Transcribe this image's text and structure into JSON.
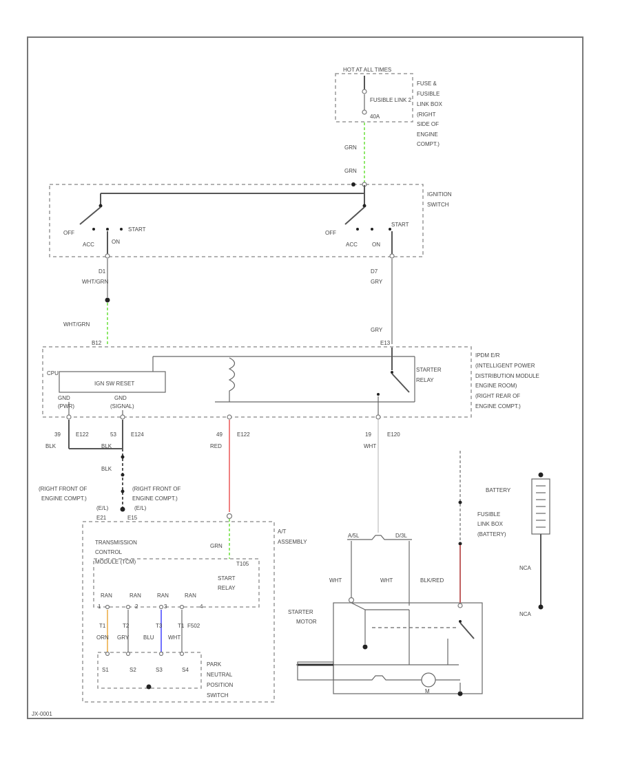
{
  "fuse_box": {
    "hot_label": "HOT AT ALL TIMES",
    "fuse_label": "FUSIBLE LINK 2",
    "fuse_rating": "40A",
    "location": [
      "FUSE &",
      "FUSIBLE",
      "LINK BOX",
      "(RIGHT",
      "SIDE OF",
      "ENGINE",
      "COMPT.)"
    ]
  },
  "ignition_switch": {
    "label": [
      "IGNITION",
      "SWITCH"
    ],
    "positions": {
      "off": "OFF",
      "acc": "ACC",
      "on": "ON",
      "start": "START"
    }
  },
  "wires": {
    "grn_top_1": "GRN",
    "grn_top_2": "GRN",
    "pin_d1": "D1",
    "wht_grn_1": "WHT/GRN",
    "wht_grn_2": "WHT/GRN",
    "pin_d7": "D7",
    "gry_1": "GRY",
    "gry_2": "GRY",
    "pin_39": "39",
    "conn_e122": "E122",
    "blk_1": "BLK",
    "pin_53": "53",
    "conn_e124": "E124",
    "blk_2": "BLK",
    "blk_3": "BLK",
    "pin_49": "49",
    "conn_e122_b": "E122",
    "red": "RED",
    "pin_19": "19",
    "conn_e120": "E120",
    "wht": "WHT",
    "grn_tcm": "GRN",
    "wht_motor_1": "WHT",
    "wht_motor_2": "WHT",
    "blk_red": "BLK/RED",
    "conn_a5l": "A/5L",
    "conn_d3l": "D/3L",
    "conn_b12": "B12",
    "conn_e13": "E13",
    "conn_t105": "T105"
  },
  "ipdm": {
    "label": [
      "IPDM E/R",
      "(INTELLIGENT POWER",
      "DISTRIBUTION MODULE",
      "ENGINE ROOM)",
      "(RIGHT REAR OF",
      "ENGINE COMPT.)"
    ],
    "cpu": "CPU",
    "ign_relay": "IGN SW RESET",
    "gnd1": "GND",
    "gnd1_sub": "(PWR)",
    "gnd2": "GND",
    "gnd2_sub": "(SIGNAL)",
    "starter_relay": [
      "STARTER",
      "RELAY"
    ]
  },
  "grounds": {
    "g1": [
      "(RIGHT FRONT OF",
      "ENGINE COMPT.)",
      "(E/L)",
      "E21"
    ],
    "g2": [
      "(RIGHT FRONT OF",
      "ENGINE COMPT.)",
      "(E/L)",
      "E15"
    ]
  },
  "tcm": {
    "label": [
      "TRANSMISSION",
      "CONTROL",
      "MODULE (TCM)"
    ],
    "start_relay": [
      "START",
      "RELAY"
    ],
    "at_assy": [
      "A/T",
      "ASSEMBLY"
    ],
    "pins": [
      "RAN",
      "RAN",
      "RAN",
      "RAN"
    ],
    "pin_nums": [
      "1",
      "2",
      "3",
      "4"
    ],
    "t_pins": [
      "T1",
      "T2",
      "T3",
      "T1"
    ],
    "t_colors": [
      "ORN",
      "GRY",
      "BLU",
      "WHT"
    ],
    "f502": "F502"
  },
  "pnp": {
    "terms": [
      "S1",
      "S2",
      "S3",
      "S4"
    ],
    "label": [
      "PARK",
      "NEUTRAL",
      "POSITION",
      "SWITCH"
    ]
  },
  "starter": {
    "label": [
      "STARTER",
      "MOTOR"
    ],
    "m": "M"
  },
  "battery": {
    "label": "BATTERY",
    "fusible": [
      "FUSIBLE",
      "LINK BOX",
      "(BATTERY)"
    ],
    "pos": "NCA",
    "neg": "NCA"
  },
  "footer": "JX-0001"
}
